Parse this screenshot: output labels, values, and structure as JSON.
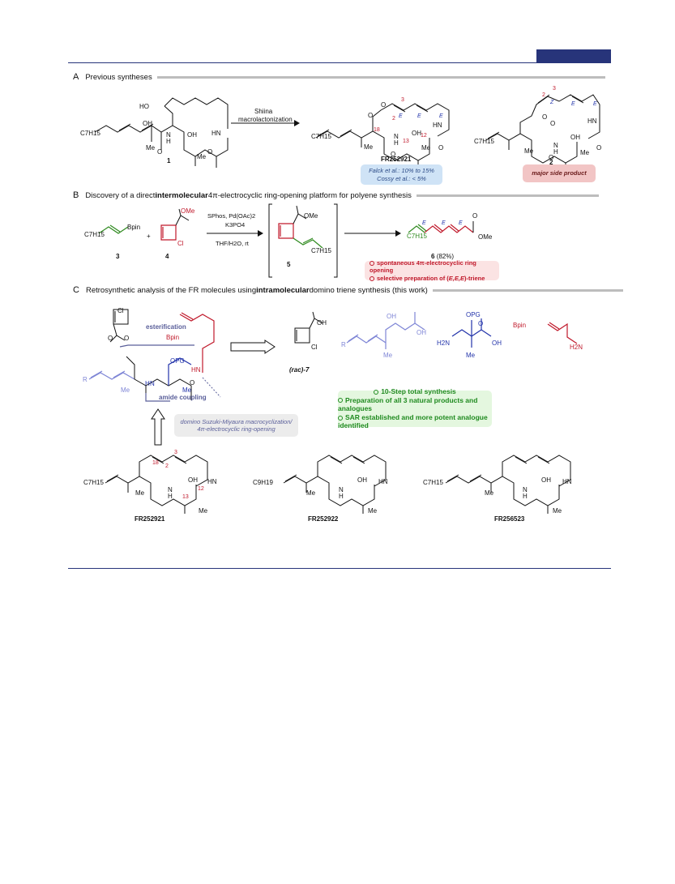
{
  "sections": {
    "a": {
      "letter": "A",
      "title": "Previous syntheses"
    },
    "b": {
      "letter": "B",
      "title_pre": "Discovery of a direct ",
      "title_bold": "intermolecular",
      "title_post": " 4π-electrocyclic ring-opening platform for polyene synthesis"
    },
    "c": {
      "letter": "C",
      "title_pre": "Retrosynthetic analysis of the FR molecules using ",
      "title_bold": "intramolecular",
      "title_post": " domino triene synthesis (this work)"
    }
  },
  "scheme_a": {
    "reagent_line1": "Shiina",
    "reagent_line2": "macrolactonization",
    "sm_label": "1",
    "product_label": "FR252921",
    "side_label": "2",
    "box_blue_line1": "Falck et al.: 10% to 15%",
    "box_blue_line2": "Cossy et al.: < 5%",
    "box_pink": "major side product",
    "frag_c7h15": "C7H15",
    "frag_me": "Me",
    "frag_oh": "OH",
    "frag_nh": "HN",
    "frag_n": "N",
    "frag_h": "H",
    "frag_o": "O",
    "frag_ho": "HO",
    "num_18": "18",
    "num_13": "13",
    "num_12": "12",
    "num_2": "2",
    "num_3": "3",
    "geom_e": "E",
    "geom_z": "Z"
  },
  "scheme_b": {
    "reagent_line1": "SPhos, Pd(OAc)2",
    "reagent_line2": "K3PO4",
    "reagent_line3": "THF/H2O, rt",
    "plus": "+",
    "cmpd3": "3",
    "cmpd4": "4",
    "cmpd5": "5",
    "cmpd6": "6",
    "yield": "(82%)",
    "bpin": "Bpin",
    "ome": "OMe",
    "cl": "Cl",
    "c7h15": "C7H15",
    "bullet1": "spontaneous 4π-electrocyclic ring opening",
    "bullet2_pre": "selective preparation of (",
    "bullet2_eee": "E,E,E",
    "bullet2_post": ")-triene"
  },
  "scheme_c": {
    "esterification": "esterification",
    "amide_coupling": "amide coupling",
    "bpin": "Bpin",
    "opg": "OPG",
    "r": "R",
    "me": "Me",
    "n": "N",
    "h": "H",
    "hn": "HN",
    "cl": "Cl",
    "o": "O",
    "oh": "OH",
    "h2n": "H2N",
    "rac7": "(rac)-7",
    "domino_line1": "domino Suzuki-Miyaura macrocyclization/",
    "domino_line2": "4π-electrocyclic ring-opening",
    "green1": "10-Step total synthesis",
    "green2": "Preparation of all 3 natural products and analogues",
    "green3": "SAR established and more potent analogue identified",
    "p1": "FR252921",
    "p2": "FR252922",
    "p3": "FR256523",
    "c7h15": "C7H15",
    "c9h19": "C9H19",
    "num_18": "18",
    "num_13": "13",
    "num_12": "12",
    "num_2": "2",
    "num_3": "3"
  },
  "colors": {
    "navy": "#27347a",
    "green": "#2f8a1f",
    "red": "#c0192b",
    "blue": "#2233aa",
    "lavender": "#7f86d6",
    "gray_purple": "#5a5f9a"
  }
}
